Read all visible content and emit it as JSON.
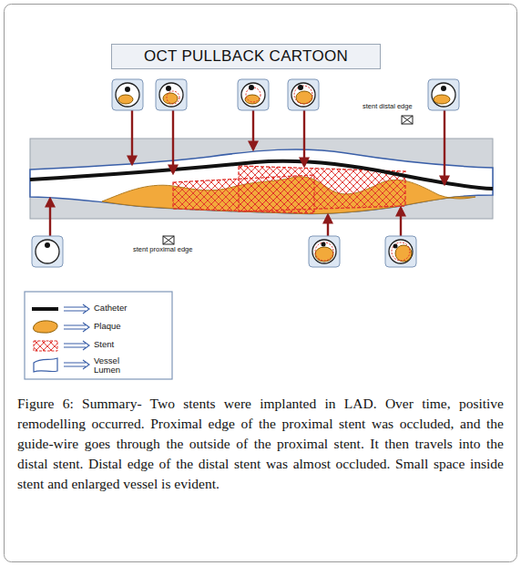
{
  "diagram": {
    "title": "OCT PULLBACK CARTOON",
    "caption": "Figure 6: Summary- Two stents were implanted in LAD. Over time, positive remodelling occurred. Proximal edge of the proximal stent was occluded, and the guide-wire goes through the outside of the proximal stent. It then travels into the distal stent. Distal edge of the distal stent was almost occluded. Small space inside stent and enlarged vessel is evident.",
    "labels": [
      "stent distal edge",
      "stent proximal edge"
    ],
    "legend": [
      {
        "text": "Catheter"
      },
      {
        "text": "Plaque"
      },
      {
        "text": "Stent"
      },
      {
        "text": "Vessel Lumen"
      }
    ]
  }
}
